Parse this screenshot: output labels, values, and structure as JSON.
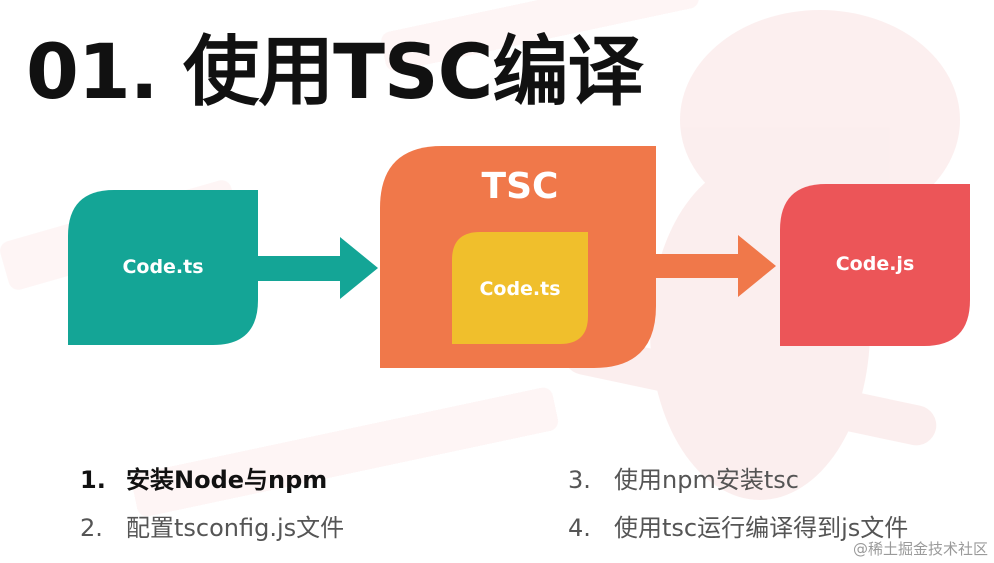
{
  "slide": {
    "title": "01. 使用TSC编译"
  },
  "diagram": {
    "source": "Code.ts",
    "compiler": "TSC",
    "inner": "Code.ts",
    "output": "Code.js",
    "colors": {
      "source": "#14a596",
      "compiler": "#f0784a",
      "inner": "#f0bf2c",
      "output": "#ec5558",
      "arrow_left": "#14a596",
      "arrow_right": "#f0784a"
    }
  },
  "steps": [
    {
      "num": "1.",
      "text": "安装Node与npm"
    },
    {
      "num": "2.",
      "text": "配置tsconfig.js文件"
    },
    {
      "num": "3.",
      "text": "使用npm安装tsc"
    },
    {
      "num": "4.",
      "text": "使用tsc运行编译得到js文件"
    }
  ],
  "watermark": "@稀土掘金技术社区"
}
